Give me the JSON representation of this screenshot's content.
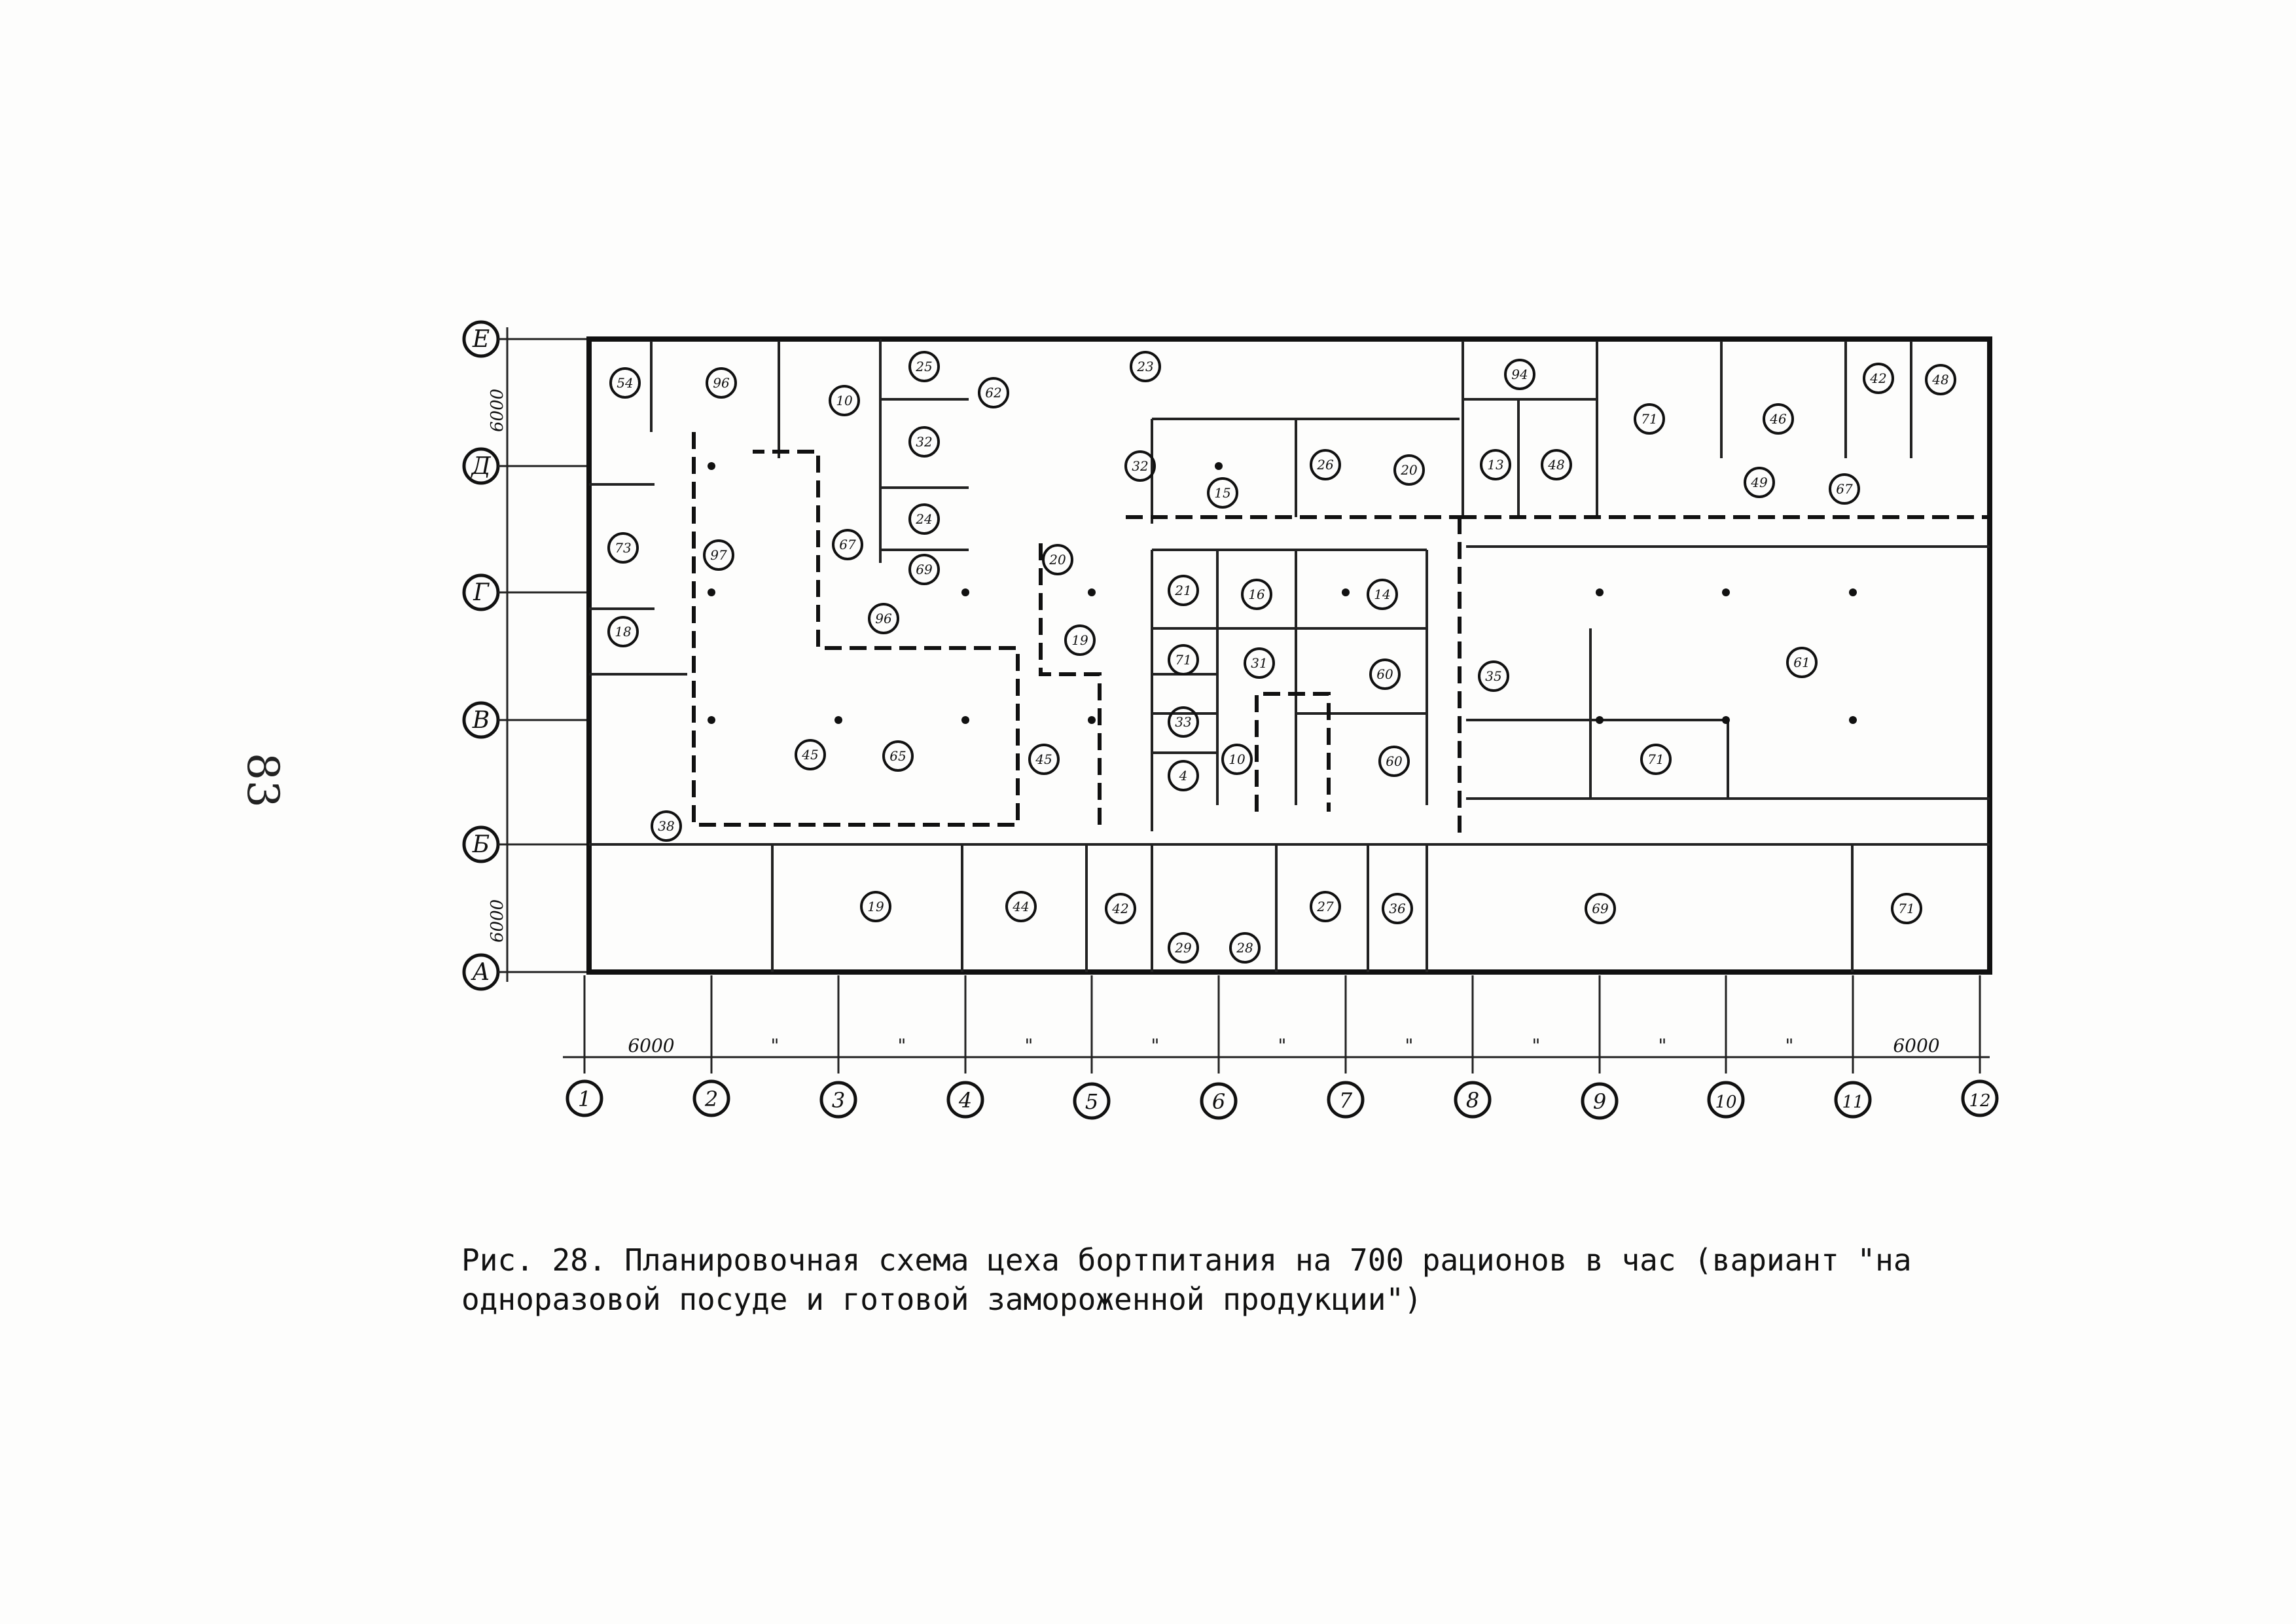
{
  "page_number": "83",
  "caption": {
    "line1": "Рис. 28. Планировочная схема цеха бортпитания на 700 рационов в час (вариант \"на",
    "line2": "одноразовой посуде и готовой замороженной продукции\")"
  },
  "row_axes": [
    "Е",
    "Д",
    "Г",
    "В",
    "Б",
    "А"
  ],
  "column_axes": [
    "1",
    "2",
    "3",
    "4",
    "5",
    "6",
    "7",
    "8",
    "9",
    "10",
    "11",
    "12"
  ],
  "dimensions": {
    "row_spacing": "6000",
    "bottom_row_spacing": "6000",
    "column_spacing_first": "6000",
    "column_spacing_last": "6000",
    "ditto_mark": "\""
  },
  "room_numbers": {
    "r1": "54",
    "r2": "96",
    "r3": "10",
    "r4": "25",
    "r5": "32",
    "r6": "24",
    "r7": "69",
    "r8": "62",
    "r9": "23",
    "r10": "32",
    "r11": "15",
    "r12": "26",
    "r13": "20",
    "r14": "94",
    "r15": "13",
    "r16": "48",
    "r17": "71",
    "r18": "46",
    "r19": "42",
    "r20": "48",
    "r21": "49",
    "r22": "67",
    "r23": "73",
    "r24": "97",
    "r25": "67",
    "r26": "96",
    "r27": "18",
    "r28": "20",
    "r29": "19",
    "r30": "21",
    "r31": "16",
    "r32": "14",
    "r33": "71",
    "r34": "31",
    "r35": "60",
    "r36": "35",
    "r37": "4",
    "r38": "10",
    "r39": "60",
    "r40": "33",
    "r41": "61",
    "r42": "71",
    "r43": "45",
    "r44": "65",
    "r45": "45",
    "r46": "38",
    "r47": "19",
    "r48": "44",
    "r49": "42",
    "r50": "29",
    "r51": "28",
    "r52": "27",
    "r53": "36",
    "r54": "69",
    "r55": "71"
  }
}
